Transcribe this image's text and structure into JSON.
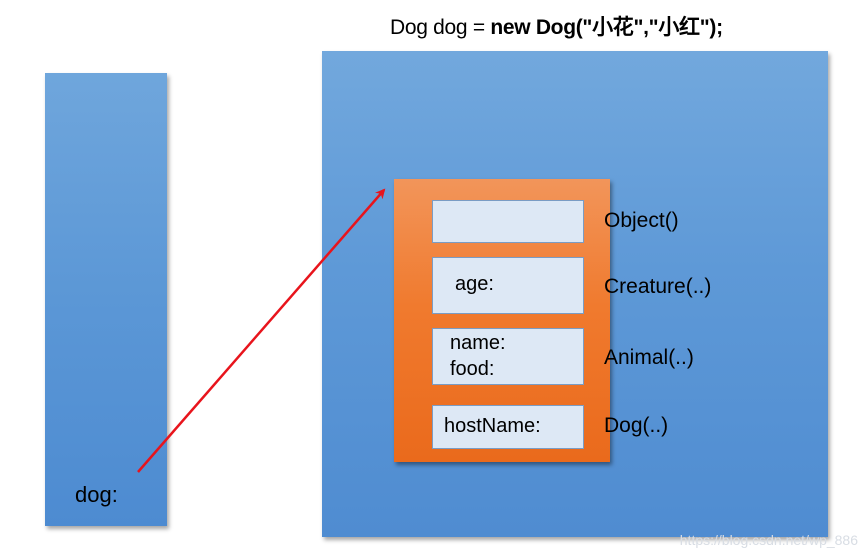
{
  "title": {
    "prefix": "Dog dog = ",
    "code": "new Dog(\"小花\",\"小红\");"
  },
  "stack": {
    "variable_label": "dog:"
  },
  "heap": {
    "object": {
      "fields": [
        {
          "lines": []
        },
        {
          "lines": [
            "age:"
          ]
        },
        {
          "lines": [
            "name:",
            "food:"
          ]
        },
        {
          "lines": [
            "hostName:"
          ]
        }
      ],
      "constructors": [
        "Object()",
        "Creature(..)",
        "Animal(..)",
        "Dog(..)"
      ]
    }
  },
  "colors": {
    "memory_area": "#5b97d6",
    "object_box": "#f07a2e",
    "field_box": "#dde8f5",
    "reference_arrow": "#e8141c"
  },
  "watermark": "https://blog.csdn.net/wp_886"
}
